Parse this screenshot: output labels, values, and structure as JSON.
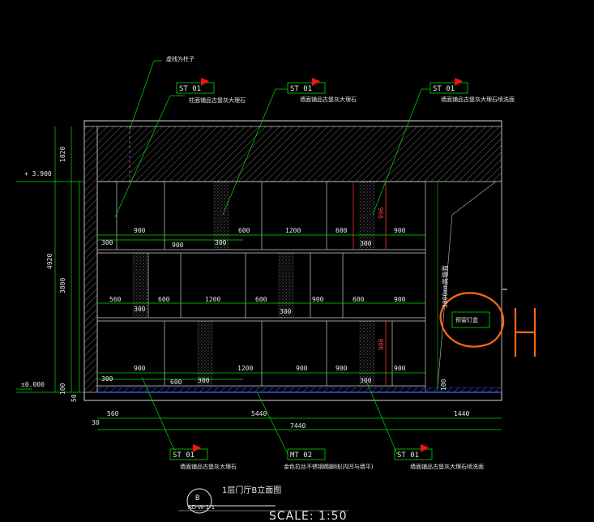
{
  "drawing": {
    "title": "1层门厅B立面图",
    "scale": "SCALE: 1:50",
    "section_mark": "B",
    "section_sub": "AD-W-1-1",
    "handwritten_mark": "H"
  },
  "levels": {
    "top": "+ 3.900",
    "bottom": "±0.000"
  },
  "tags": [
    {
      "code": "ST 01",
      "note": "柱面铺品古堡灰大理石"
    },
    {
      "code": "ST 01",
      "note": "墙面铺品古堡灰大理石"
    },
    {
      "code": "ST 01",
      "note": "墙面铺品古堡灰大理石喷洗面"
    },
    {
      "code": "ST 01",
      "note": "墙面铺品古堡灰大理石"
    },
    {
      "code": "MT 02",
      "note": "金色拉丝不锈钢踢脚线(内凹与墙平)"
    },
    {
      "code": "ST 01",
      "note": "墙面铺品古堡灰大理石喷洗面"
    }
  ],
  "top_note": "虚线为柱子",
  "box_note": "预留灯盒",
  "vertical_note": "3800mm高墙面",
  "dims": {
    "row1_top": [
      "900",
      "600",
      "1200",
      "600",
      "900"
    ],
    "row1_sub": [
      "300",
      "900",
      "300",
      "300"
    ],
    "row2": [
      "560",
      "600",
      "1200",
      "600",
      "900",
      "600",
      "900"
    ],
    "row2_sub": [
      "300",
      "300"
    ],
    "row3": [
      "900",
      "600",
      "1200",
      "900",
      "900",
      "900"
    ],
    "row3_sub": [
      "300",
      "300",
      "300"
    ],
    "bottom1": [
      "560",
      "5440",
      "1440"
    ],
    "bottom_total": "7440",
    "left_a": "30",
    "left_b": "50",
    "left_c": "1020",
    "left_d": "4920",
    "left_e": "3800",
    "left_f": "100",
    "red_dims": [
      "996",
      "986"
    ],
    "right_base": "100"
  }
}
